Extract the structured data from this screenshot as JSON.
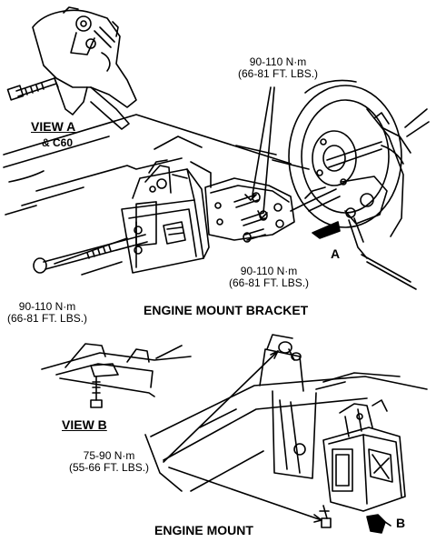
{
  "view_a": {
    "title": "VIEW A",
    "sub": "& C60"
  },
  "view_b": {
    "title": "VIEW B"
  },
  "torque_top": {
    "metric": "90-110 N·m",
    "imperial": "(66-81 FT. LBS.)"
  },
  "torque_mid": {
    "metric": "90-110 N·m",
    "imperial": "(66-81 FT. LBS.)"
  },
  "torque_left": {
    "metric": "90-110 N·m",
    "imperial": "(66-81 FT. LBS.)"
  },
  "torque_bottom": {
    "metric": "75-90 N·m",
    "imperial": "(55-66 FT. LBS.)"
  },
  "bracket_title": "ENGINE MOUNT BRACKET",
  "mount_title": "ENGINE MOUNT",
  "ref_a": "A",
  "ref_b": "B"
}
